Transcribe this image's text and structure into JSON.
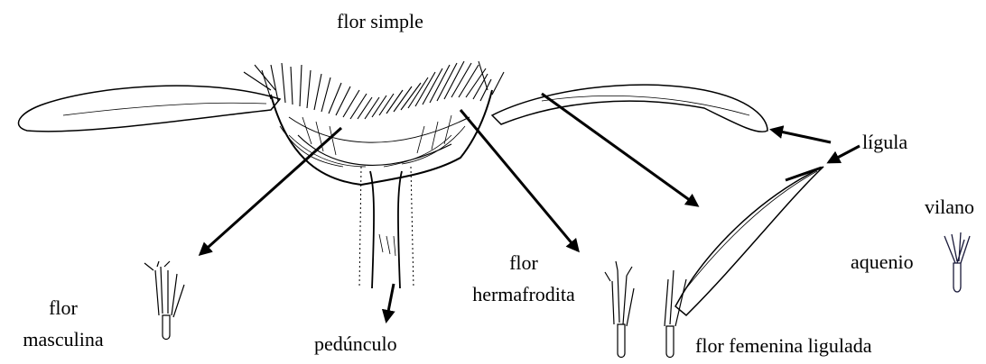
{
  "labels": {
    "flor_simple": "flor simple",
    "ligula": "lígula",
    "vilano": "vilano",
    "aquenio": "aquenio",
    "flor_masculina": [
      "flor",
      "masculina"
    ],
    "flor_hermafrodita": [
      "flor",
      "hermafrodita"
    ],
    "pedunculo": "pedúnculo",
    "flor_femenina_ligulada": "flor femenina ligulada"
  },
  "colors": {
    "ink": "#000000",
    "vilano_ink": "#1a1a3a"
  }
}
